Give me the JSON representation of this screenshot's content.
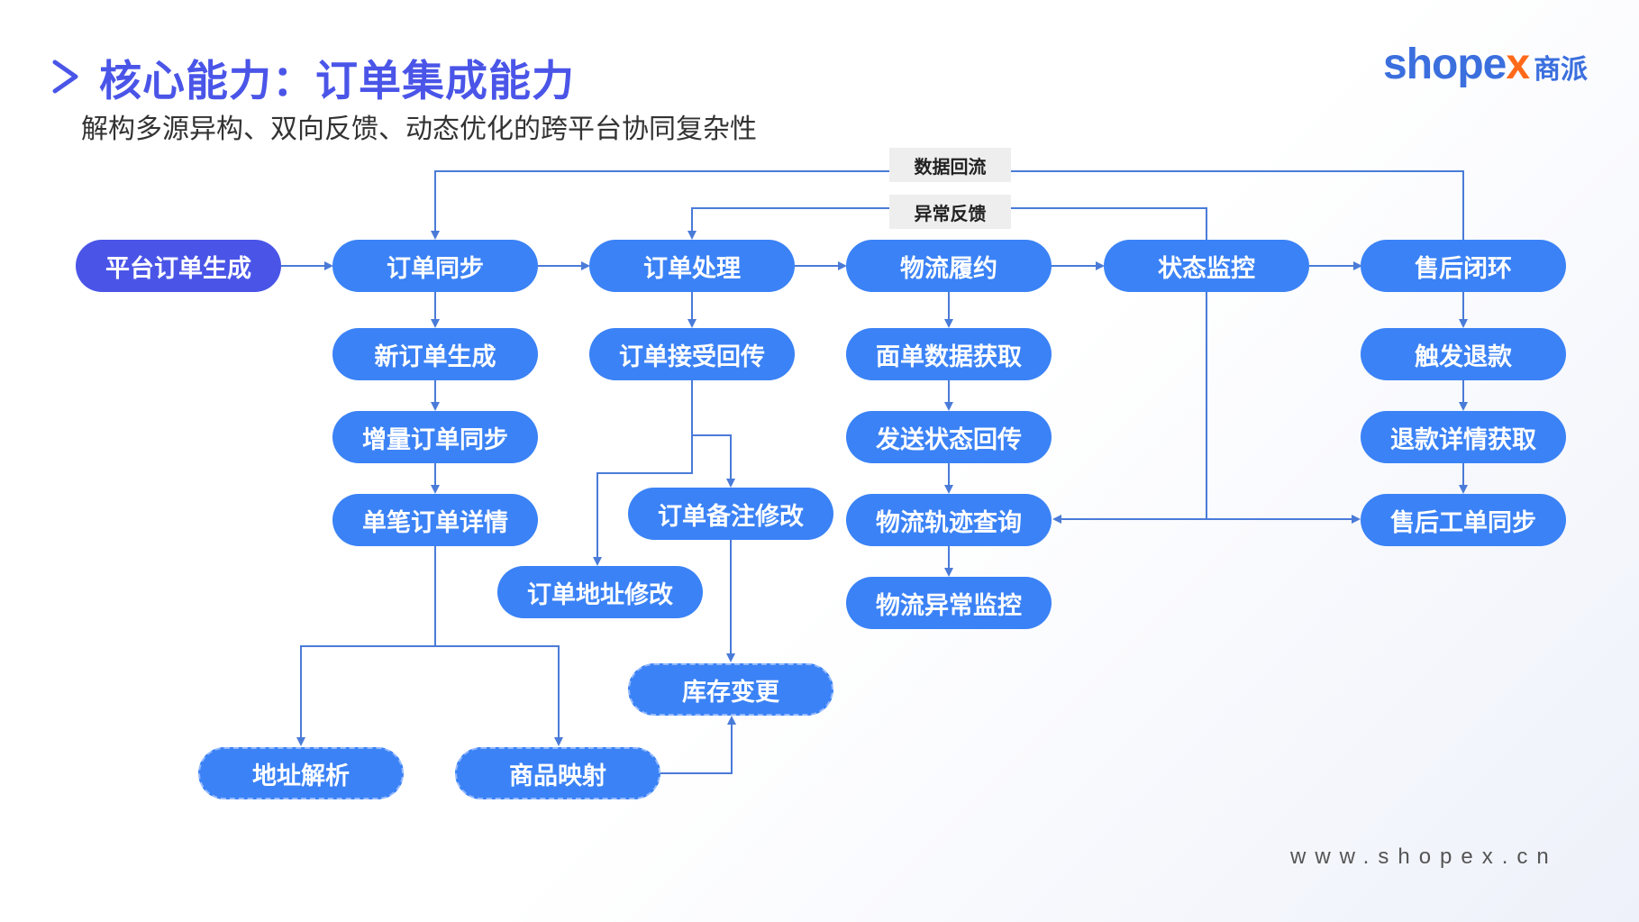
{
  "header": {
    "title": "核心能力：订单集成能力",
    "subtitle": "解构多源异构、双向反馈、动态优化的跨平台协同复杂性"
  },
  "logo": {
    "main": "shope",
    "x": "x",
    "cn": "商派"
  },
  "footer": {
    "url": "www.shopex.cn"
  },
  "colors": {
    "node": "#3b82f6",
    "start_node": "#4a55e8",
    "line": "#4a7bd8",
    "title": "#4a55e8",
    "brand_orange": "#ff6a1a"
  },
  "diagram": {
    "flow_labels": {
      "data_return": "数据回流",
      "exception_feedback": "异常反馈"
    },
    "nodes": {
      "platform_order": "平台订单生成",
      "order_sync": "订单同步",
      "order_process": "订单处理",
      "logistics": "物流履约",
      "status_monitor": "状态监控",
      "after_sales": "售后闭环",
      "new_order": "新订单生成",
      "incremental_sync": "增量订单同步",
      "order_detail": "单笔订单详情",
      "address_parse": "地址解析",
      "product_mapping": "商品映射",
      "order_accept": "订单接受回传",
      "order_note_edit": "订单备注修改",
      "order_address_edit": "订单地址修改",
      "inventory_change": "库存变更",
      "waybill_fetch": "面单数据获取",
      "shipping_status": "发送状态回传",
      "tracking_query": "物流轨迹查询",
      "logistics_exception": "物流异常监控",
      "trigger_refund": "触发退款",
      "refund_detail": "退款详情获取",
      "after_sales_sync": "售后工单同步"
    }
  }
}
